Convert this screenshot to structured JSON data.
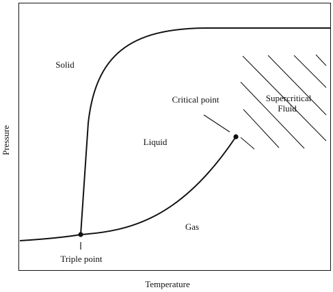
{
  "diagram": {
    "regions": {
      "solid": "Solid",
      "liquid": "Liquid",
      "gas": "Gas",
      "supercritical_line1": "Supercritical",
      "supercritical_line2": "Fluid"
    },
    "points": {
      "critical": "Critical point",
      "triple": "Triple point"
    },
    "axes": {
      "x_label": "Temperature",
      "y_label": "Pressure"
    }
  }
}
